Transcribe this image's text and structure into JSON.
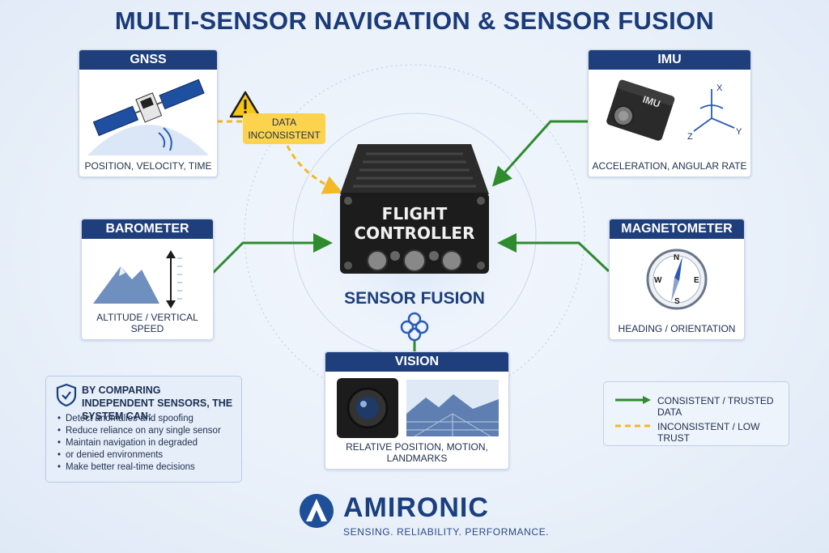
{
  "title": "MULTI-SENSOR NAVIGATION & SENSOR FUSION",
  "flight_controller": {
    "line1": "FLIGHT",
    "line2": "CONTROLLER"
  },
  "fusion_label": "SENSOR FUSION",
  "sensors": {
    "gnss": {
      "title": "GNSS",
      "caption": "POSITION, VELOCITY, TIME",
      "link": "inconsistent"
    },
    "imu": {
      "title": "IMU",
      "caption": "ACCELERATION, ANGULAR RATE",
      "link": "consistent",
      "axes": [
        "X",
        "Y",
        "Z"
      ],
      "device_label": "IMU"
    },
    "barometer": {
      "title": "BAROMETER",
      "caption": "ALTITUDE / VERTICAL SPEED",
      "link": "consistent"
    },
    "magnetometer": {
      "title": "MAGNETOMETER",
      "caption": "HEADING / ORIENTATION",
      "link": "consistent",
      "compass": [
        "N",
        "E",
        "S",
        "W"
      ]
    },
    "vision": {
      "title": "VISION",
      "caption": "RELATIVE POSITION, MOTION, LANDMARKS",
      "link": "consistent"
    }
  },
  "callout": {
    "line1": "DATA",
    "line2": "INCONSISTENT"
  },
  "info": {
    "heading": "BY COMPARING INDEPENDENT SENSORS, THE SYSTEM CAN:",
    "items": [
      "Detect anomalies and spoofing",
      "Reduce reliance on any single sensor",
      "Maintain navigation in degraded",
      "or denied environments",
      "Make better real-time decisions"
    ]
  },
  "legend": {
    "consistent": "CONSISTENT / TRUSTED DATA",
    "inconsistent": "INCONSISTENT / LOW TRUST"
  },
  "brand": {
    "name": "AMIRONIC",
    "tagline": "SENSING. RELIABILITY. PERFORMANCE."
  },
  "colors": {
    "navy": "#1e3f7c",
    "trusted": "#2e8b2e",
    "low_trust": "#f2b825",
    "callout": "#fcd34d"
  }
}
